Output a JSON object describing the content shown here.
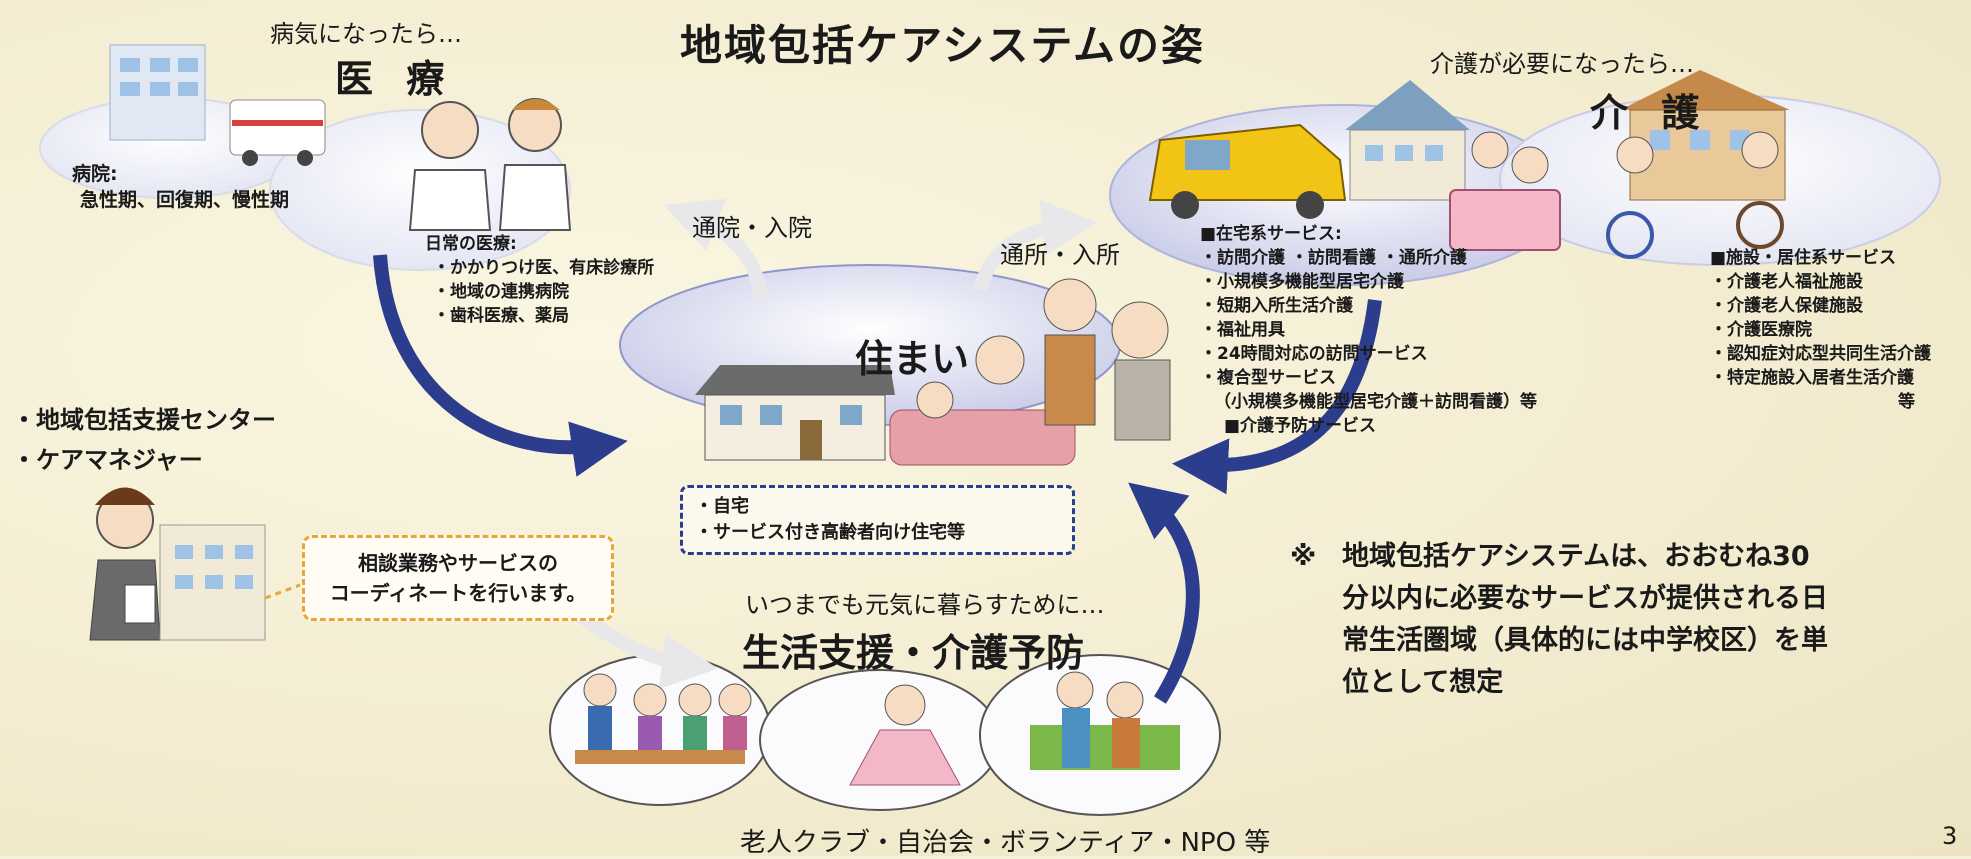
{
  "title": "地域包括ケアシステムの姿",
  "medical": {
    "when": "病気になったら…",
    "heading": "医 療",
    "hospital_label": "病院:",
    "hospital_types": "急性期、回復期、慢性期",
    "daily_title": "日常の医療:",
    "daily_items": [
      "・かかりつけ医、有床診療所",
      "・地域の連携病院",
      "・歯科医療、薬局"
    ]
  },
  "outpatient_label": "通院・入院",
  "daycare_label": "通所・入所",
  "care": {
    "when": "介護が必要になったら…",
    "heading": "介 護",
    "home_services_title": "■在宅系サービス:",
    "home_services": [
      "・訪問介護 ・訪問看護 ・通所介護",
      "・小規模多機能型居宅介護",
      "・短期入所生活介護",
      "・福祉用具",
      "・24時間対応の訪問サービス",
      "・複合型サービス",
      "（小規模多機能型居宅介護＋訪問看護）等",
      "■介護予防サービス"
    ],
    "facility_title": "■施設・居住系サービス",
    "facility_services": [
      "・介護老人福祉施設",
      "・介護老人保健施設",
      "・介護医療院",
      "・認知症対応型共同生活介護",
      "・特定施設入居者生活介護"
    ],
    "facility_etc": "等"
  },
  "housing": {
    "heading": "住まい",
    "items": [
      "・自宅",
      "・サービス付き高齢者向け住宅等"
    ]
  },
  "support_center": {
    "items": [
      "・地域包括支援センター",
      "・ケアマネジャー"
    ],
    "bubble": [
      "相談業務やサービスの",
      "コーディネートを行います。"
    ]
  },
  "living": {
    "when": "いつまでも元気に暮らすために…",
    "heading": "生活支援・介護予防",
    "footer": "老人クラブ・自治会・ボランティア・NPO 等"
  },
  "note_mark": "※",
  "note_lines": [
    "地域包括ケアシステムは、おおむね30",
    "分以内に必要なサービスが提供される日",
    "常生活圏域（具体的には中学校区）を単",
    "位として想定"
  ],
  "page_number": "3",
  "colors": {
    "arrow": "#2b3d8c",
    "ellipse": "#c9cce8",
    "ellipse_edge": "#8f96c9",
    "bubble_border": "#e8a53a"
  }
}
